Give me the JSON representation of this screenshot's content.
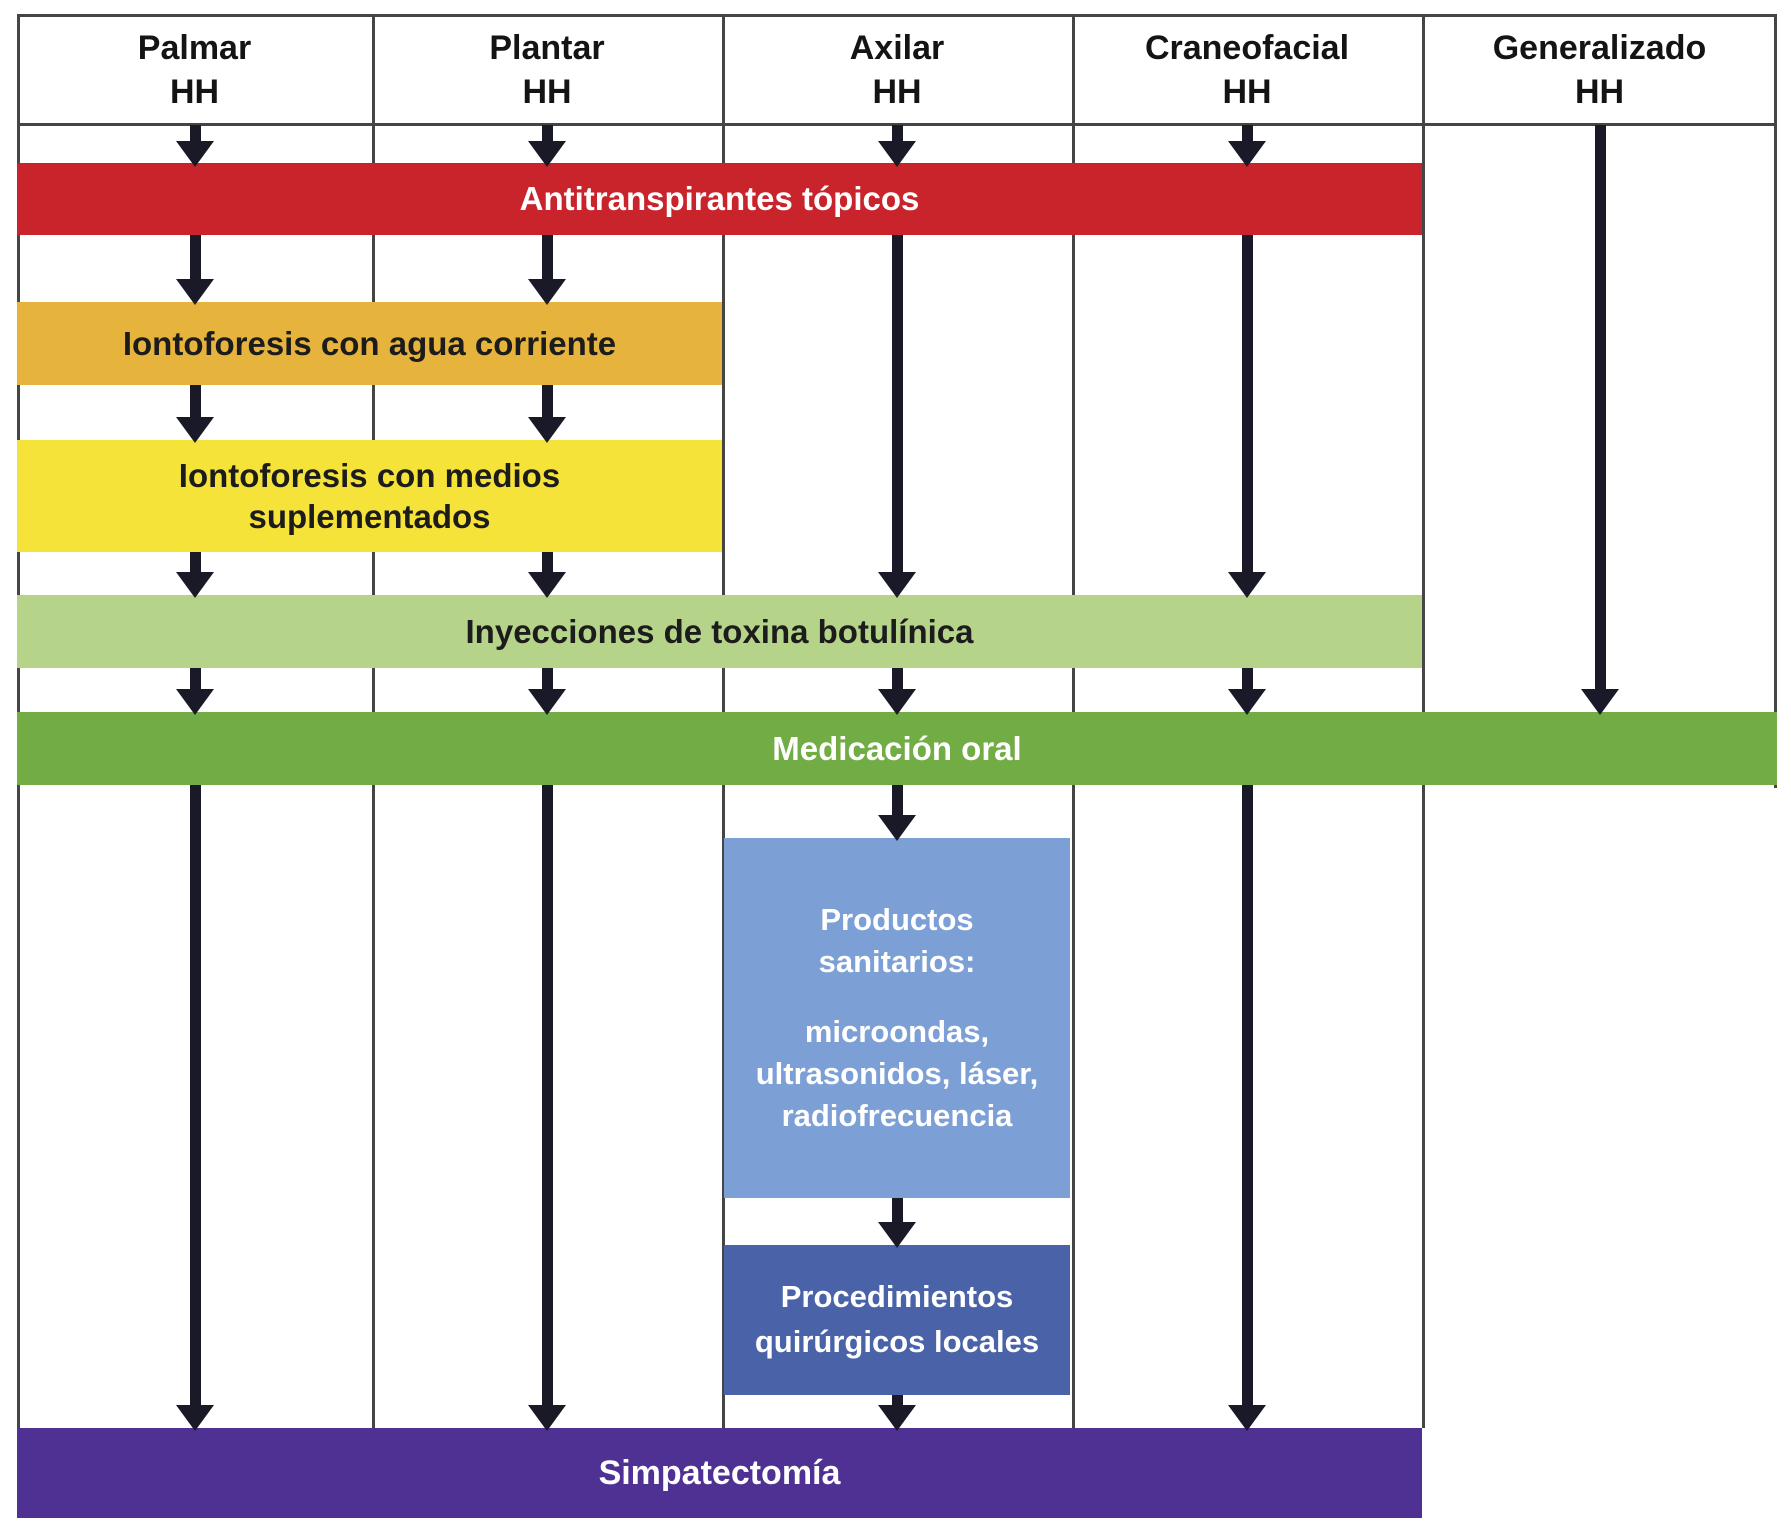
{
  "diagram": {
    "columns": [
      {
        "title": "Palmar",
        "subtitle": "HH"
      },
      {
        "title": "Plantar",
        "subtitle": "HH"
      },
      {
        "title": "Axilar",
        "subtitle": "HH"
      },
      {
        "title": "Craneofacial",
        "subtitle": "HH"
      },
      {
        "title": "Generalizado",
        "subtitle": "HH"
      }
    ],
    "bands": {
      "antiperspirants": {
        "label": "Antitranspirantes tópicos",
        "color": "#c9232b",
        "text_color": "#ffffff"
      },
      "iontophoresis_tap_water": {
        "label": "Iontoforesis con agua corriente",
        "color": "#e6b33d",
        "text_color": "#1c1c1c"
      },
      "iontophoresis_supplemented": {
        "label": "Iontoforesis con medios suplementados",
        "color": "#f5e339",
        "text_color": "#1c1c1c"
      },
      "botulinum_toxin": {
        "label": "Inyecciones de toxina botulínica",
        "color": "#b5d389",
        "text_color": "#1c1c1c"
      },
      "oral_medication": {
        "label": "Medicación oral",
        "color": "#72ac44",
        "text_color": "#ffffff"
      },
      "medical_devices": {
        "heading": "Productos sanitarios:",
        "body": "microondas, ultrasonidos, láser, radiofrecuencia",
        "color": "#7c9fd6",
        "text_color": "#ffffff"
      },
      "local_surgery": {
        "label": "Procedimientos quirúrgicos locales",
        "color": "#4a63a8",
        "text_color": "#ffffff"
      },
      "sympathectomy": {
        "label": "Simpatectomía",
        "color": "#4e3192",
        "text_color": "#ffffff"
      }
    },
    "arrow_color": "#191927",
    "grid_color": "#454545"
  }
}
